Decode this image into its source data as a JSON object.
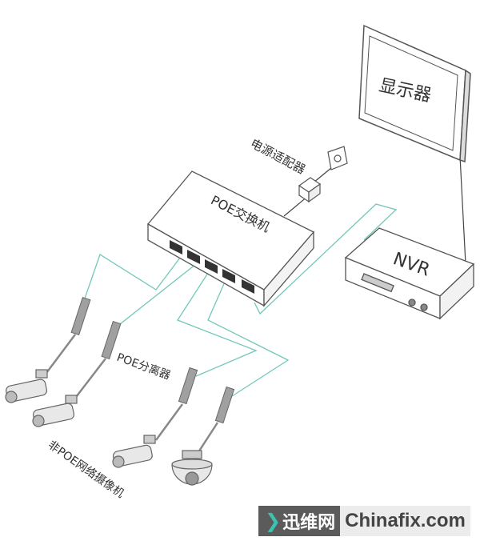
{
  "labels": {
    "monitor": "显示器",
    "nvr": "NVR",
    "switch": "POE交换机",
    "power_adapter": "电源适配器",
    "splitter": "POE分离器",
    "cameras": "非POE网络摄像机"
  },
  "watermark": {
    "cn": "迅维网",
    "en": "Chinafix.com"
  },
  "colors": {
    "cable": "#72c7bb",
    "outline": "#555555",
    "device_fill": "#ffffff",
    "splitter": "#9a9a9a"
  }
}
